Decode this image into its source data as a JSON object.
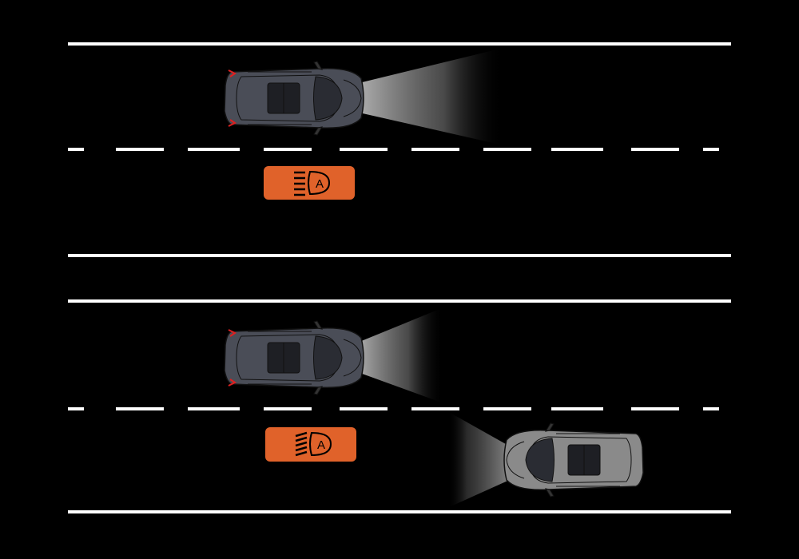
{
  "scenes": [
    {
      "name": "no-oncoming-traffic",
      "beam": "high",
      "indicator": {
        "icon": "auto-high-beam-icon",
        "letter": "A"
      }
    },
    {
      "name": "oncoming-traffic",
      "beam": "low",
      "indicator": {
        "icon": "auto-high-beam-icon",
        "letter": "A"
      }
    }
  ],
  "colors": {
    "background": "#000000",
    "road_line": "#ffffff",
    "indicator": "#e0622a",
    "car_dark": "#4a4d57",
    "car_light": "#8a8a8a"
  }
}
